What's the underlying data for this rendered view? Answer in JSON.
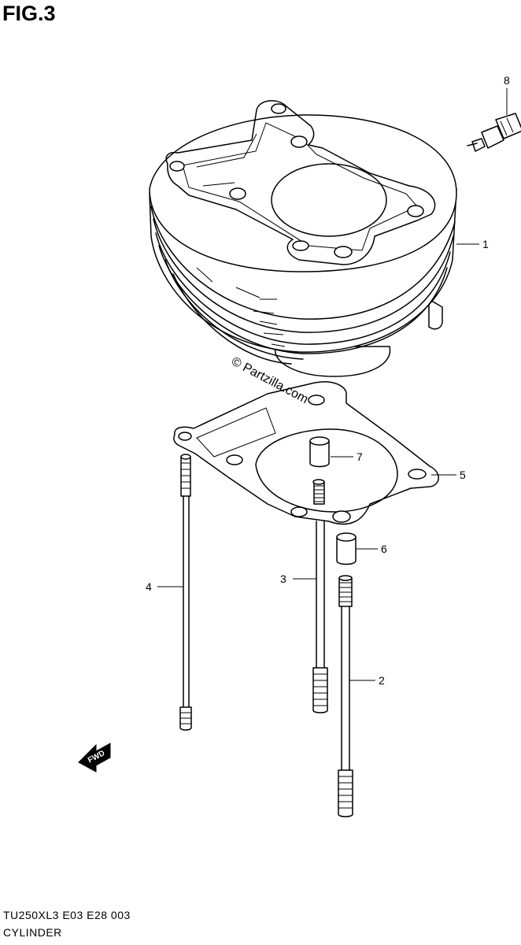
{
  "figure": {
    "title": "FIG.3",
    "watermark": "© Partzilla.com",
    "fwd_label": "FWD"
  },
  "callouts": [
    {
      "id": "label-1",
      "text": "1"
    },
    {
      "id": "label-2",
      "text": "2"
    },
    {
      "id": "label-3",
      "text": "3"
    },
    {
      "id": "label-4",
      "text": "4"
    },
    {
      "id": "label-5",
      "text": "5"
    },
    {
      "id": "label-6",
      "text": "6"
    },
    {
      "id": "label-7",
      "text": "7"
    },
    {
      "id": "label-8",
      "text": "8"
    }
  ],
  "footer": {
    "code": "TU250XL3  E03  E28  003",
    "name": "CYLINDER"
  }
}
